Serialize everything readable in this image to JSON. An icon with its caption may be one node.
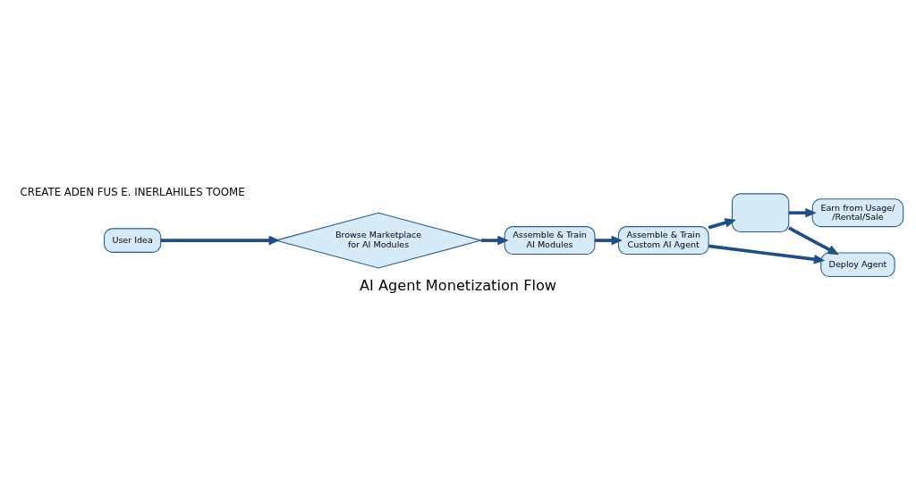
{
  "diagram": {
    "title": "AI Agent Monetization Flow",
    "nodes": [
      {
        "text": [
          "User Idea"
        ]
      },
      {
        "text": [
          "Browse Marketplace for AI Modules"
        ]
      },
      {
        "text": [
          "Assemble & Train AI Modules"
        ]
      },
      {
        "text": [
          "Assemble & Train Custom AI Agent"
        ]
      },
      {
        "text": [],
        "shape": "box"
      },
      {
        "text": [
          "Earn from Usage/ /Rental/Sale"
        ]
      },
      {
        "text": [
          "Deploy Agent"
        ]
      }
    ],
    "edges": [
      {
        "from": 0,
        "to": 1,
        "arrow": "to"
      },
      {
        "from": 1,
        "to": 2,
        "arrow": "to"
      },
      {
        "from": 2,
        "to": 3,
        "arrow": "to"
      },
      {
        "from": 3,
        "to": 4,
        "arrow": "to"
      },
      {
        "from": 4,
        "to": 5,
        "arrow": "to"
      },
      {
        "from": 3,
        "to": 6,
        "arrow": "to"
      },
      {
        "from": 4,
        "to": 6,
        "arrow": "to"
      }
    ],
    "labels": [
      "CREATE ADEN FUS E. INERLAHILES TOOME"
    ]
  }
}
